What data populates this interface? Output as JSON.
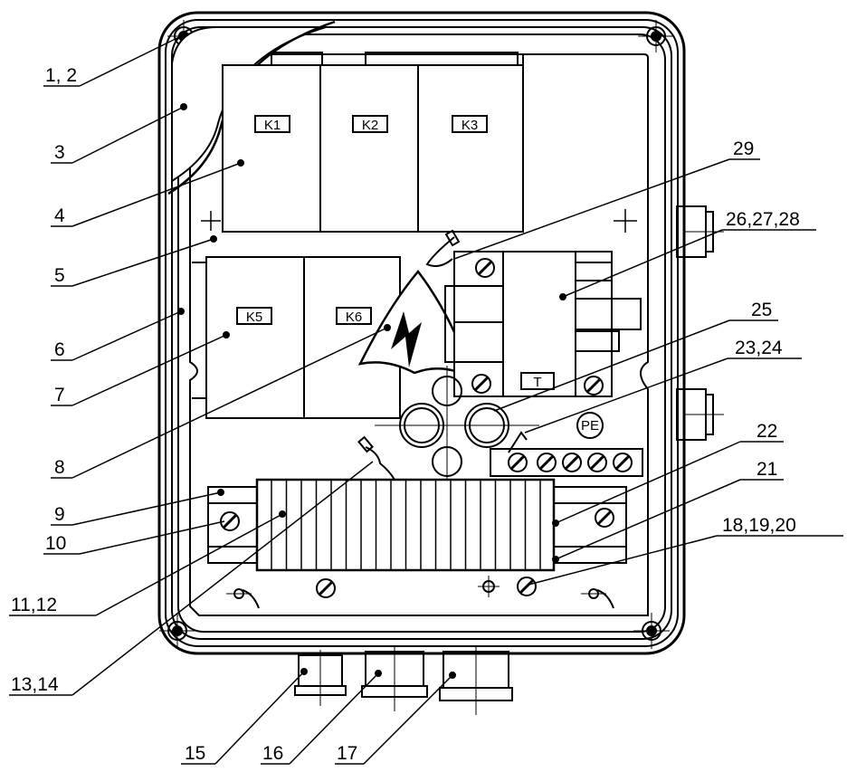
{
  "callouts": [
    {
      "id": "c1",
      "text": "1, 2"
    },
    {
      "id": "c2",
      "text": "3"
    },
    {
      "id": "c3",
      "text": "4"
    },
    {
      "id": "c4",
      "text": "5"
    },
    {
      "id": "c5",
      "text": "6"
    },
    {
      "id": "c6",
      "text": "7"
    },
    {
      "id": "c7",
      "text": "8"
    },
    {
      "id": "c8",
      "text": "9"
    },
    {
      "id": "c9",
      "text": "10"
    },
    {
      "id": "c10",
      "text": "11,12"
    },
    {
      "id": "c11",
      "text": "13,14"
    },
    {
      "id": "c12",
      "text": "15"
    },
    {
      "id": "c13",
      "text": "16"
    },
    {
      "id": "c14",
      "text": "17"
    },
    {
      "id": "c15",
      "text": "29"
    },
    {
      "id": "c16",
      "text": "26,27,28"
    },
    {
      "id": "c17",
      "text": "25"
    },
    {
      "id": "c18",
      "text": "23,24"
    },
    {
      "id": "c19",
      "text": "22"
    },
    {
      "id": "c20",
      "text": "21"
    },
    {
      "id": "c21",
      "text": "18,19,20"
    }
  ],
  "components": {
    "k1": "K1",
    "k2": "K2",
    "k3": "K3",
    "k5": "K5",
    "k6": "K6",
    "t": "T",
    "pe": "PE"
  },
  "colors": {
    "line": "#000000",
    "background": "#ffffff"
  }
}
